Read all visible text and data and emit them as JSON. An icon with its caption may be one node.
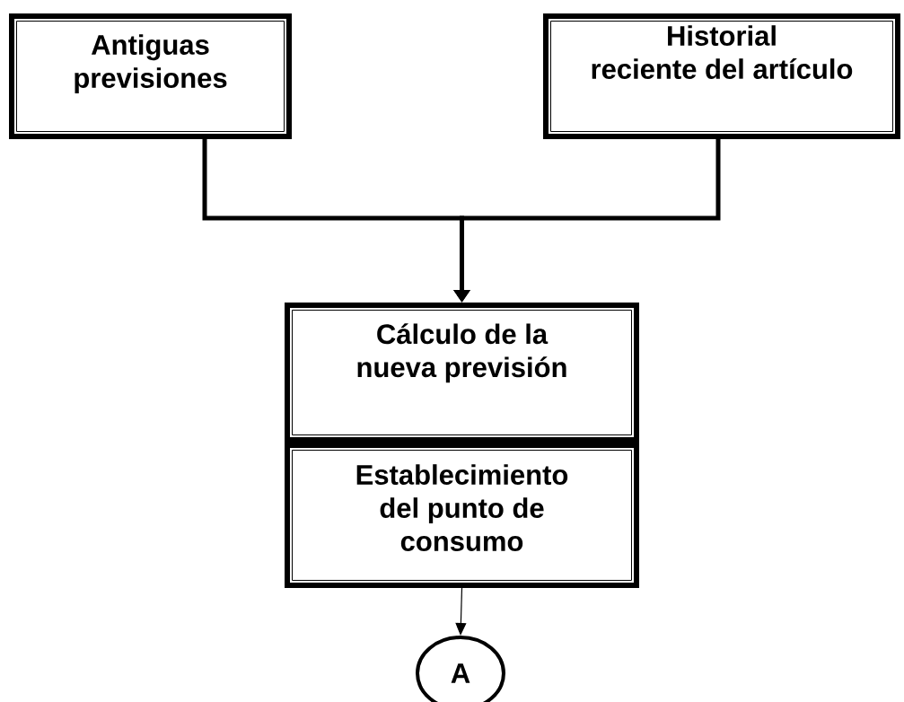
{
  "diagram": {
    "nodes": [
      {
        "text": [
          "Antiguas previsiones"
        ]
      },
      {
        "text": [
          "Historial reciente del artículo"
        ]
      },
      {
        "text": [
          "Cálculo de la nueva previsión"
        ]
      },
      {
        "text": [
          "Establecimiento del punto de consumo"
        ]
      },
      {
        "text": [
          "A"
        ]
      }
    ],
    "edges": [
      {
        "from": 0,
        "to": 2,
        "arrow": "to"
      },
      {
        "from": 1,
        "to": 2,
        "arrow": "to"
      },
      {
        "from": 3,
        "to": 4,
        "arrow": "to"
      }
    ]
  }
}
